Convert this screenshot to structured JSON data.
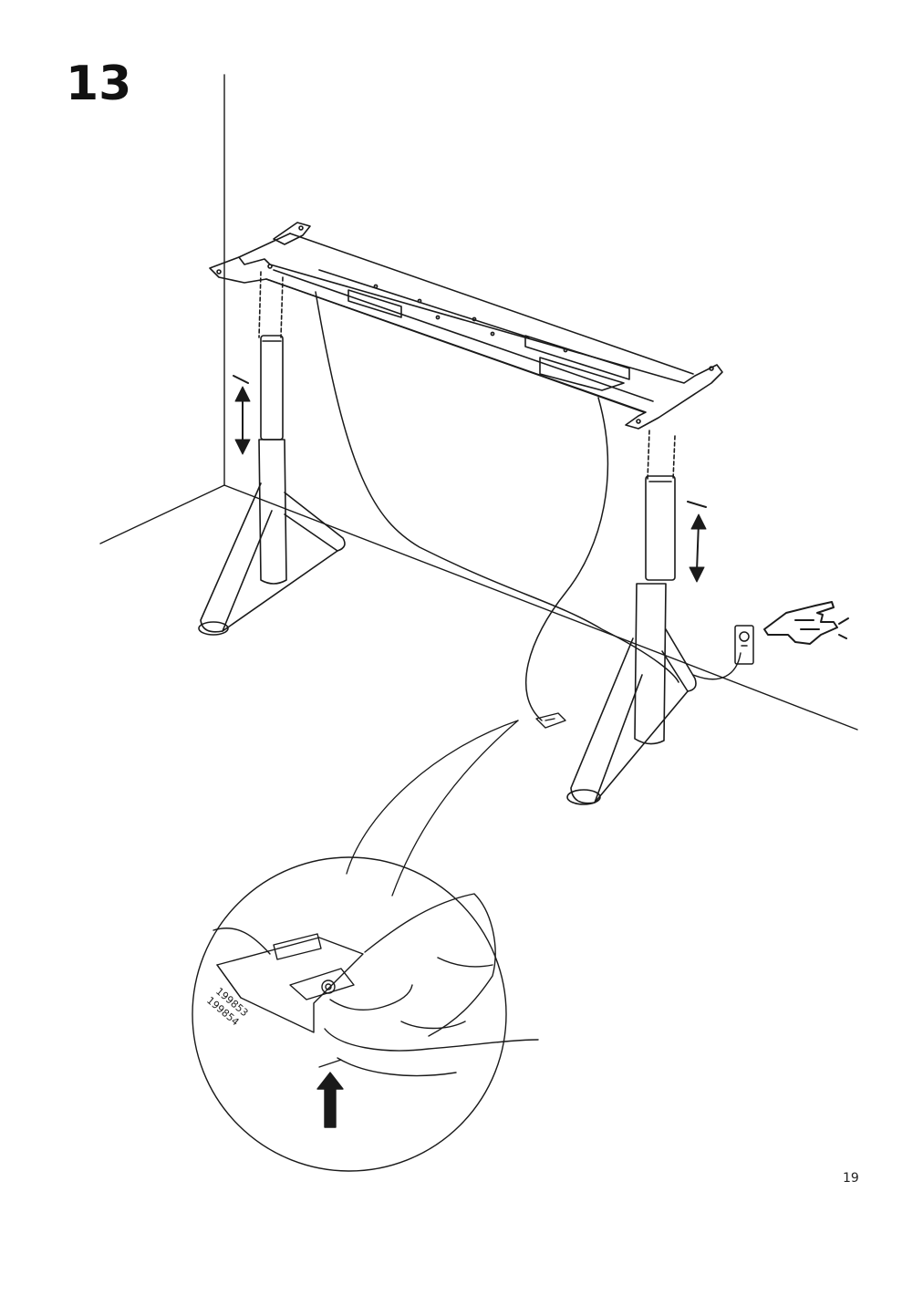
{
  "page": {
    "step_number": "13",
    "page_number": "19"
  },
  "detail": {
    "part_numbers": [
      "199853",
      "199854"
    ]
  },
  "icons": {
    "up_down_arrow_left": "double-vertical-arrow",
    "up_down_arrow_right": "double-vertical-arrow",
    "press_button_hand": "pointing-hand",
    "power_outlet": "wall-socket",
    "push_up_arrow": "up-arrow"
  },
  "colors": {
    "line": "#1a1a1a",
    "background": "#ffffff"
  }
}
